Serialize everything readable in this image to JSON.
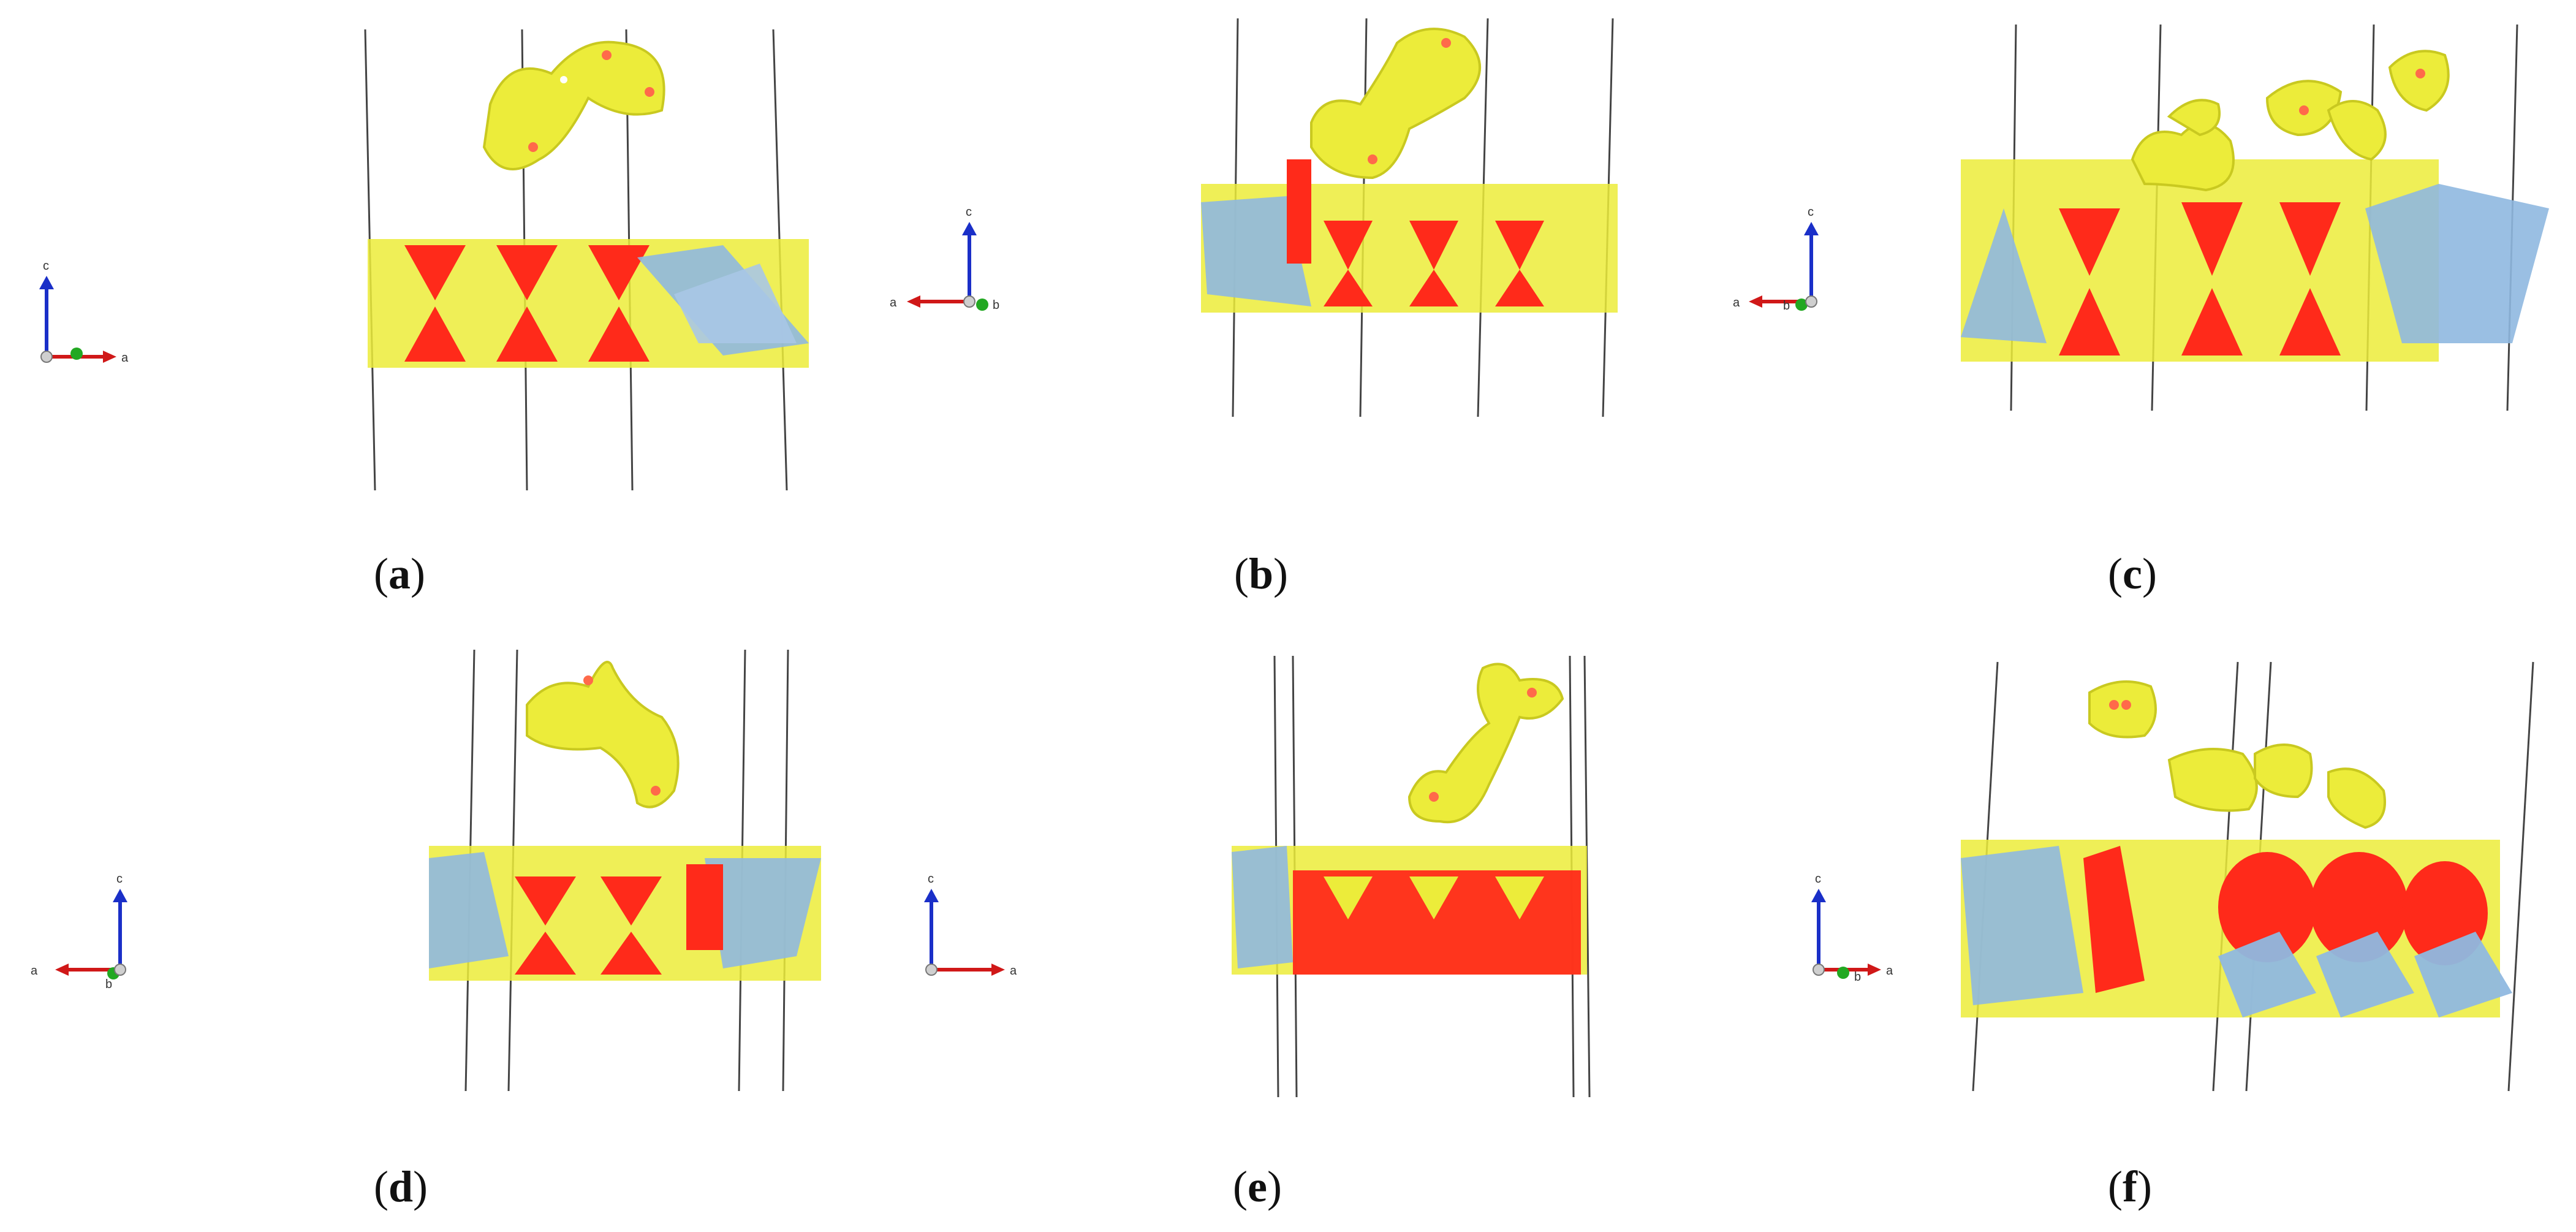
{
  "panels": [
    {
      "id": "a",
      "caption": "a",
      "axes": {
        "up": "c",
        "horizontal": "a",
        "secondary": ""
      }
    },
    {
      "id": "b",
      "caption": "b",
      "axes": {
        "up": "c",
        "horizontal": "a",
        "secondary": "b"
      }
    },
    {
      "id": "c",
      "caption": "c",
      "axes": {
        "up": "c",
        "horizontal": "a",
        "secondary": "b"
      }
    },
    {
      "id": "d",
      "caption": "d",
      "axes": {
        "up": "c",
        "horizontal": "a",
        "secondary": "b"
      }
    },
    {
      "id": "e",
      "caption": "e",
      "axes": {
        "up": "c",
        "horizontal": "a",
        "secondary": ""
      }
    },
    {
      "id": "f",
      "caption": "f",
      "axes": {
        "up": "c",
        "horizontal": "a",
        "secondary": "b"
      }
    }
  ],
  "colors": {
    "oxygen": "#ff2a1a",
    "polyhedra": "#8fb8e0",
    "isosurface_positive": "#ecec3a",
    "isosurface_negative": "#2bb8d8",
    "axis_c": "#1a2fc8",
    "axis_a": "#d01818",
    "axis_b": "#22a822",
    "cell_lines": "#444444"
  }
}
